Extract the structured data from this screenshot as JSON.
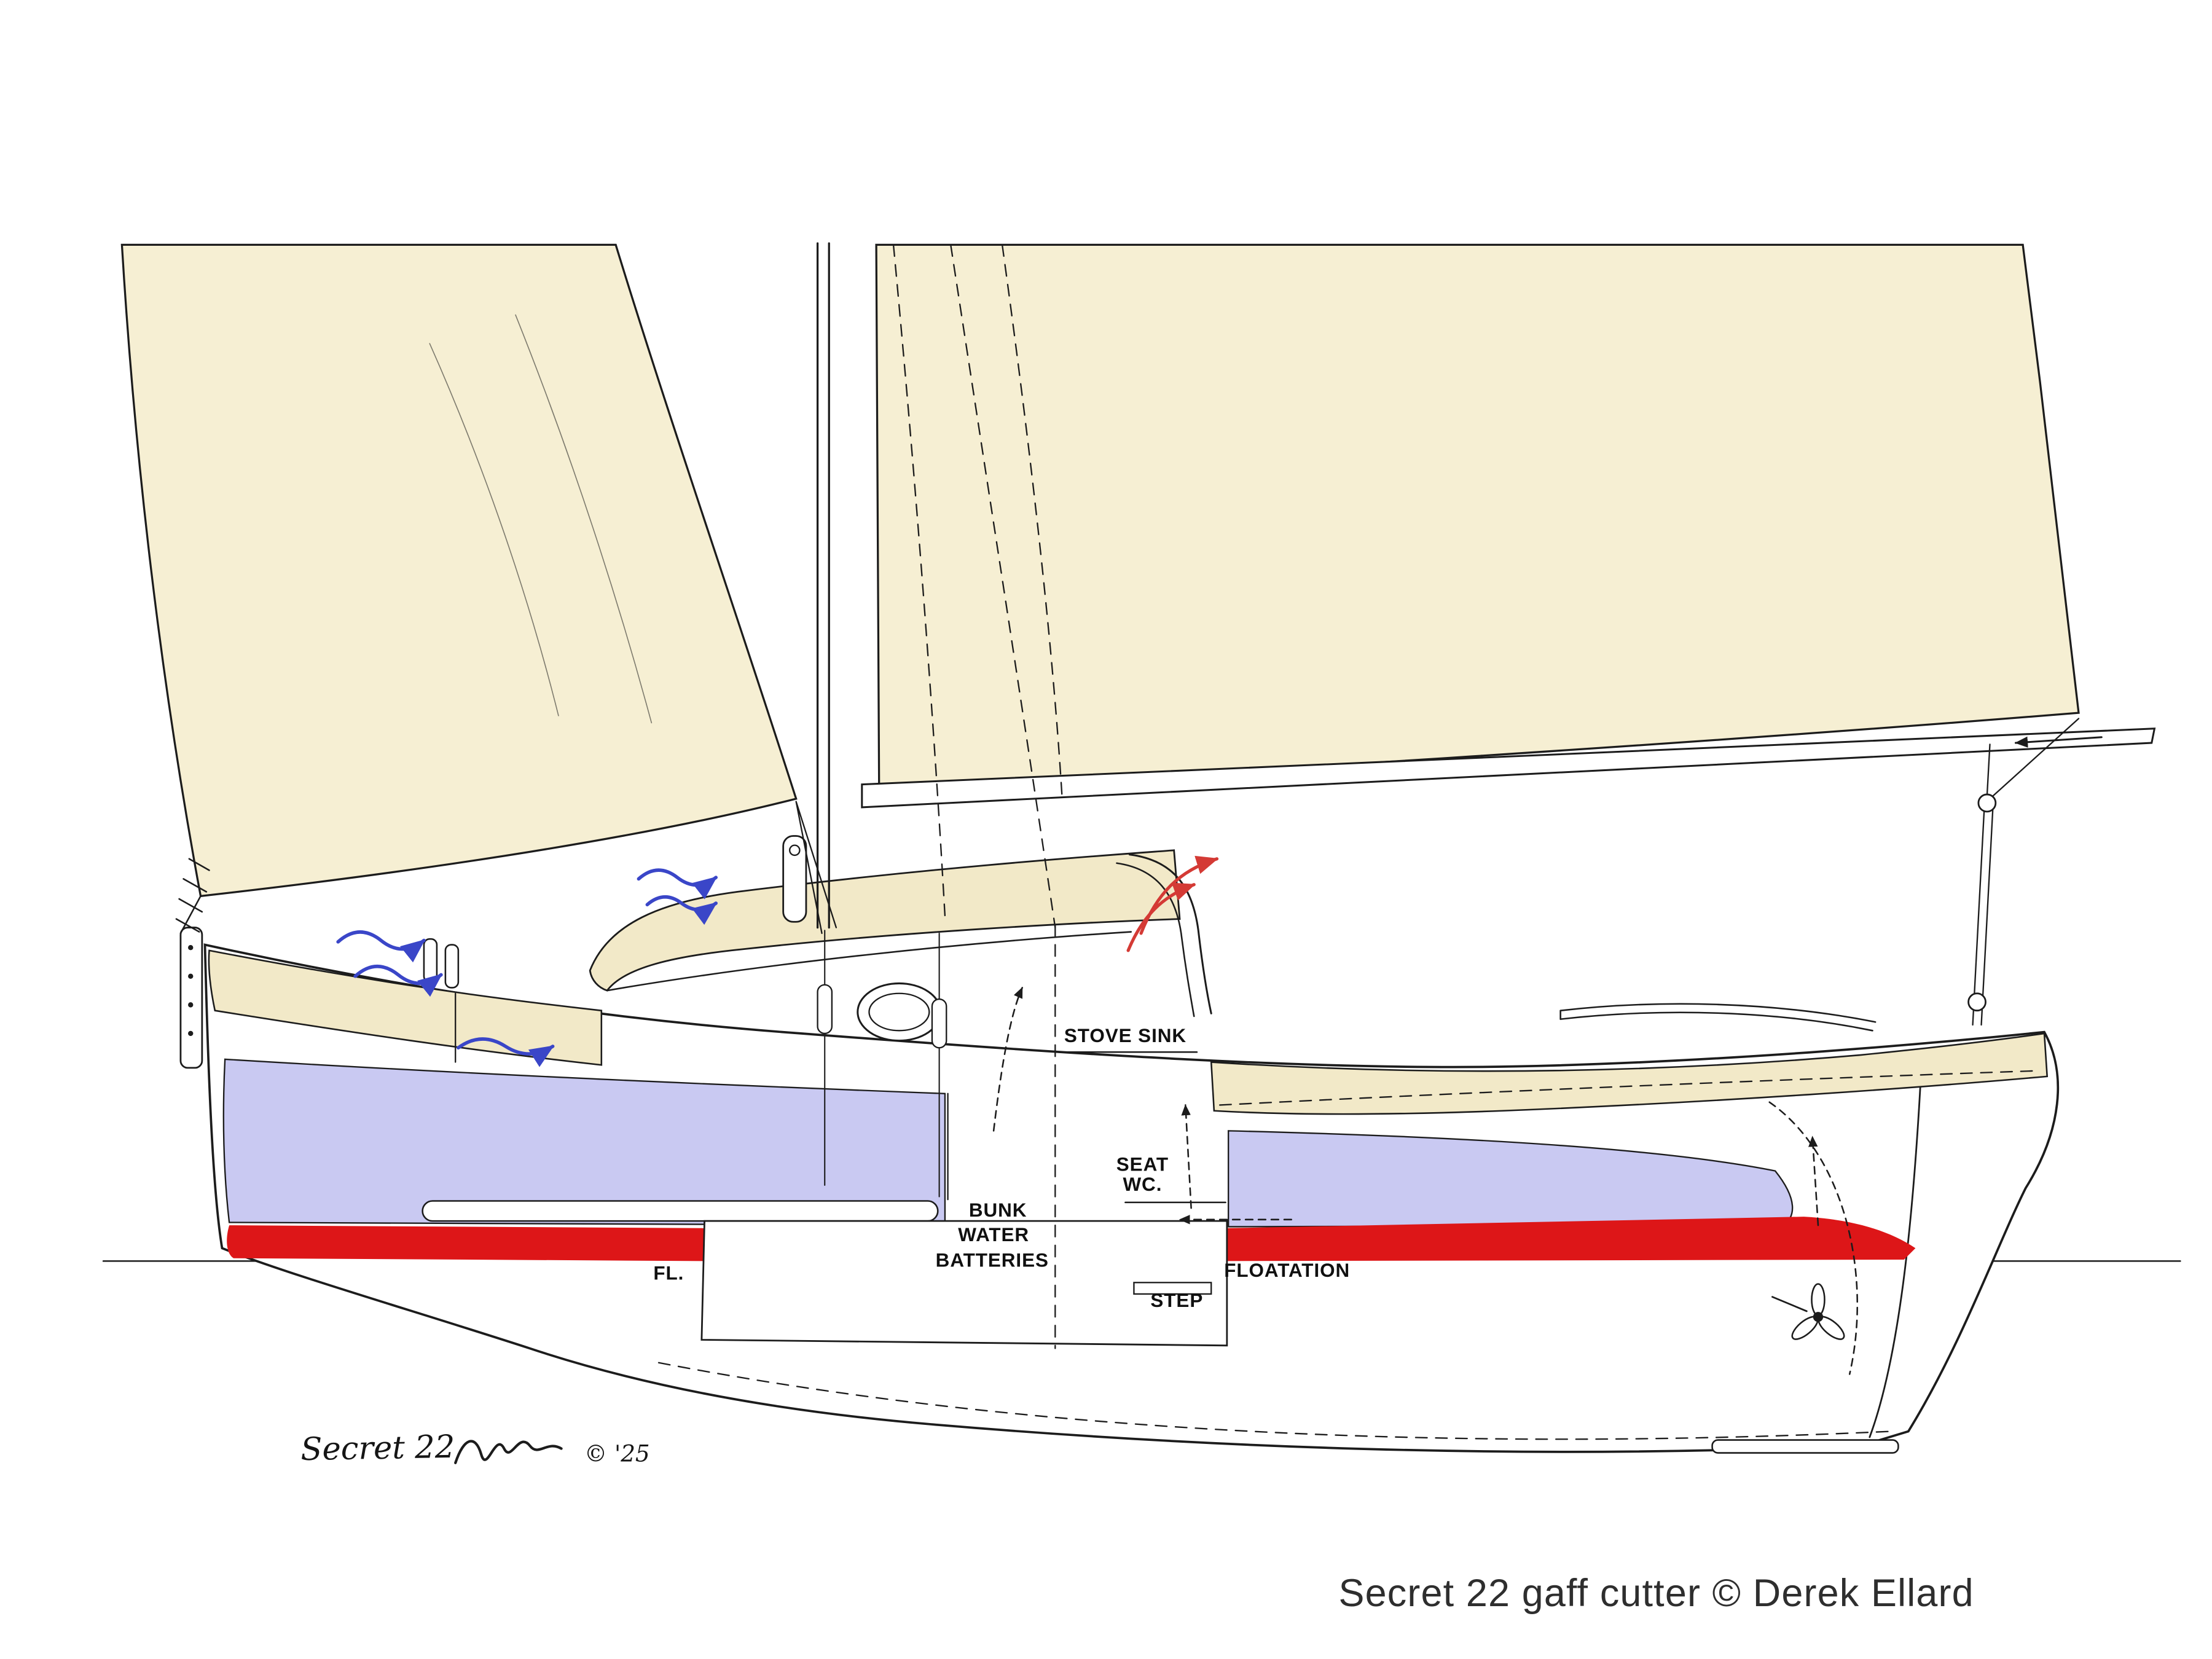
{
  "title": "Secret 22 gaff cutter © Derek Ellard",
  "signature": {
    "boat_name": "Secret 22",
    "copyright_year": "© '25"
  },
  "annotations": {
    "stove_sink": "STOVE SINK",
    "seat": "SEAT",
    "wc": "WC.",
    "bunk": "BUNK",
    "water": "WATER",
    "batteries": "BATTERIES",
    "fl": "FL.",
    "floatation": "FLOATATION",
    "step": "STEP"
  },
  "colors": {
    "sail_cream": "#f6efd3",
    "deck_cream": "#f2e9c8",
    "ballast_lavender": "#c9c9f2",
    "boot_stripe_red": "#dd1618",
    "airflow_blue": "#3a46c8",
    "heat_red": "#d43a35",
    "ink": "#1c1c1c"
  }
}
